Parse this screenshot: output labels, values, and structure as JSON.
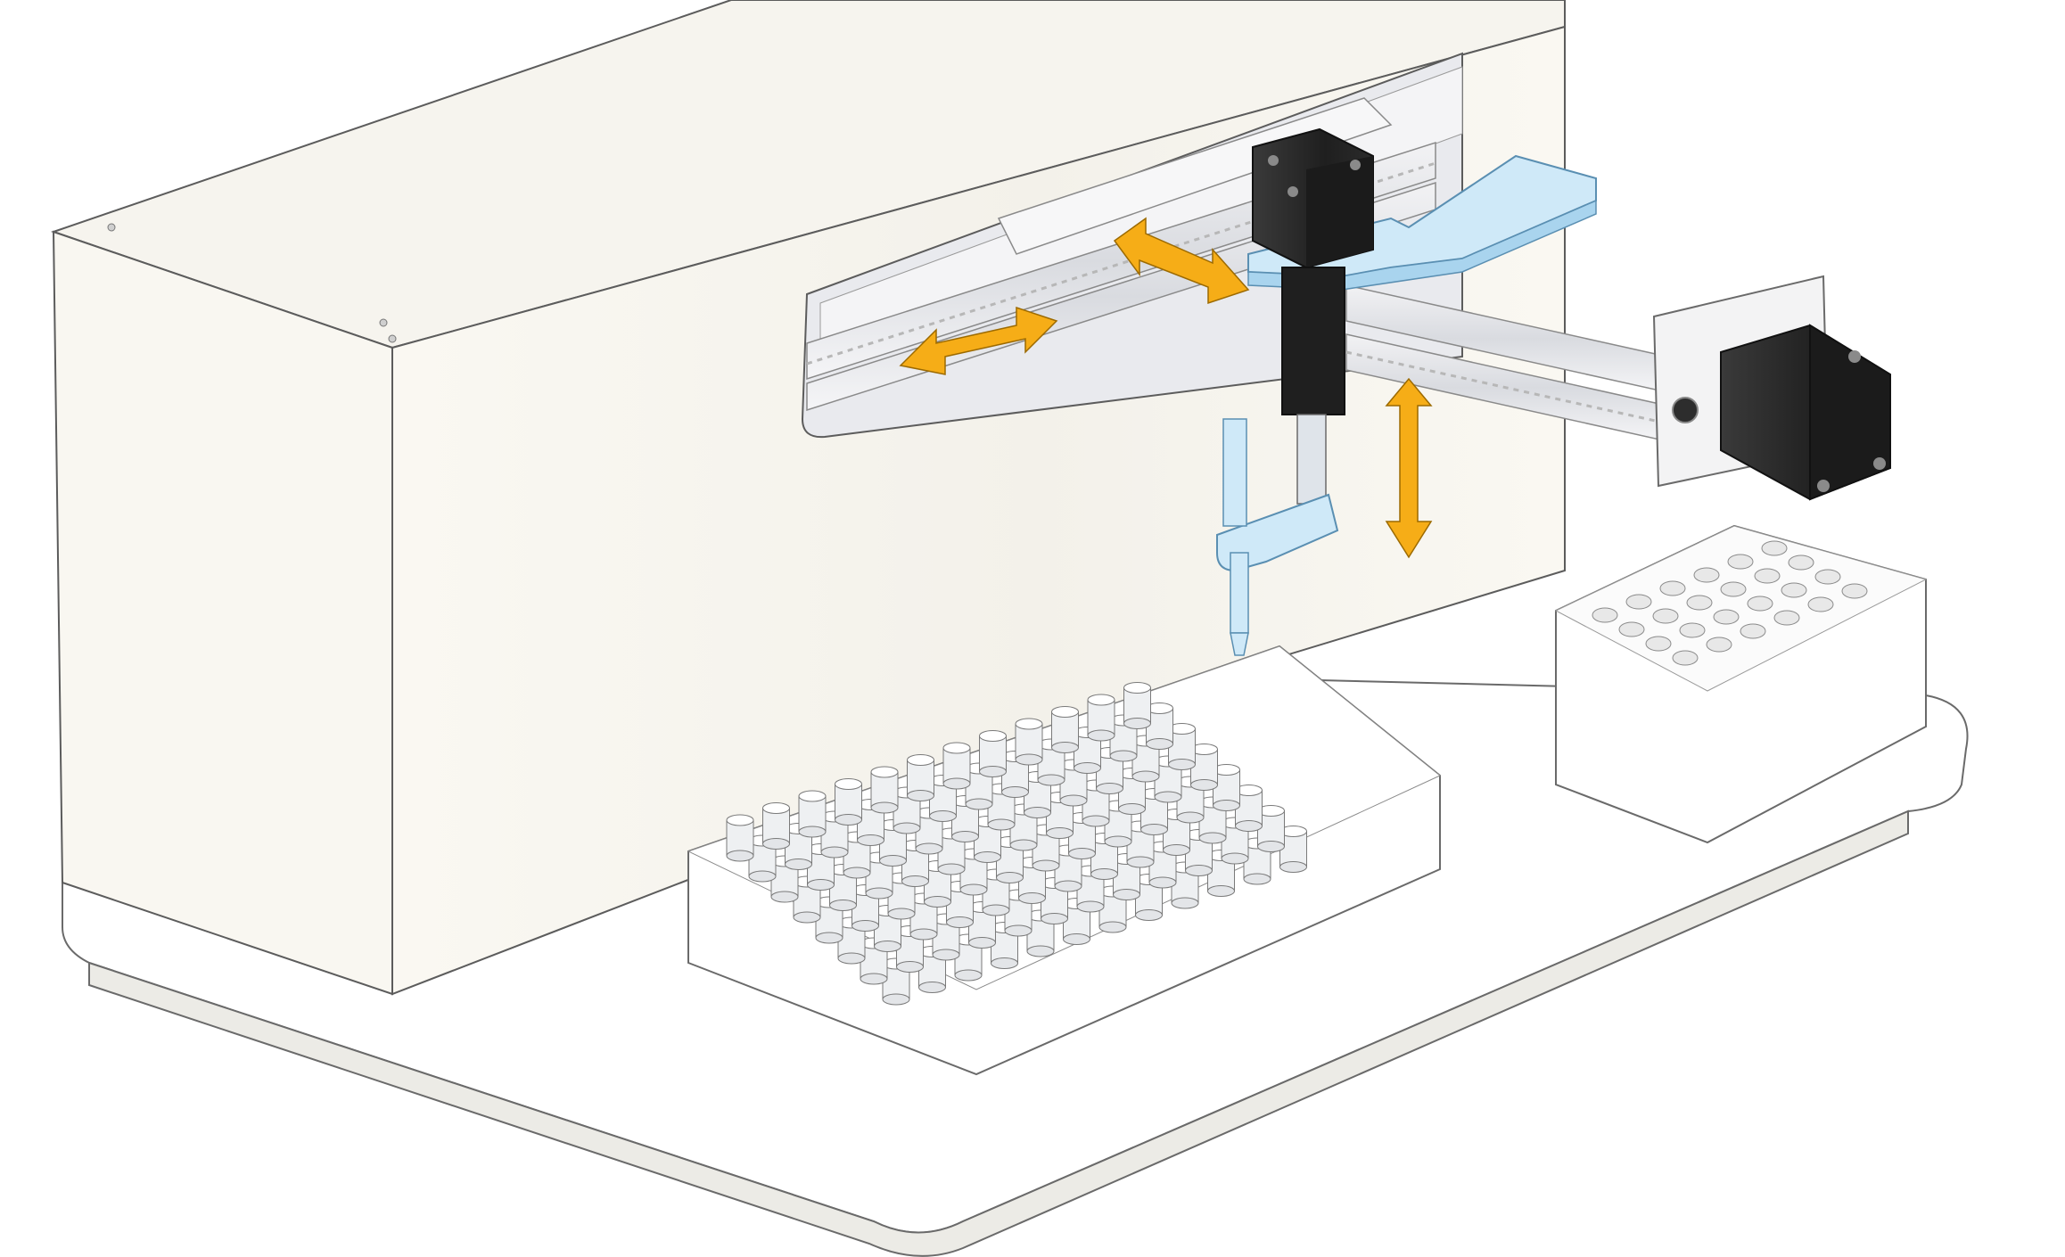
{
  "colors": {
    "body": "#faf8f2",
    "body_shade": "#ecebe4",
    "outline": "#5c5c5c",
    "rail": "#e7e7e9",
    "motor": "#2a2a2a",
    "part_blue": "#cfe9f8",
    "arrow": "#f6ad17"
  },
  "diagram": {
    "parts": [
      {
        "name": "instrument-housing"
      },
      {
        "name": "base-platform"
      },
      {
        "name": "gantry-window"
      },
      {
        "name": "x-axis-rail"
      },
      {
        "name": "y-axis-rail"
      },
      {
        "name": "stepper-motor-x"
      },
      {
        "name": "stepper-motor-z"
      },
      {
        "name": "carriage-bracket"
      },
      {
        "name": "pipette-holder"
      },
      {
        "name": "pipette-tip"
      },
      {
        "name": "tube-rack-96"
      },
      {
        "name": "tube-rack-small"
      }
    ],
    "motion_arrows": [
      {
        "name": "x-motion",
        "direction": "horizontal"
      },
      {
        "name": "y-motion",
        "direction": "horizontal"
      },
      {
        "name": "z-motion",
        "direction": "vertical"
      }
    ],
    "racks": {
      "large": {
        "rows": 8,
        "cols": 12
      },
      "small": {
        "rows": 4,
        "cols": 6
      }
    }
  }
}
